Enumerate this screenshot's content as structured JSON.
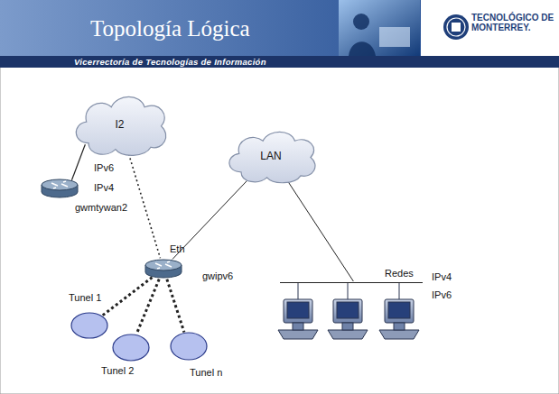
{
  "diagram": {
    "title": "Topología Lógica",
    "nodes": [
      {
        "text": [
          "I2"
        ]
      },
      {
        "text": [
          "gwmtywan2"
        ]
      },
      {
        "text": [
          "LAN"
        ]
      },
      {
        "text": [
          "gwipv6"
        ]
      },
      {
        "text": [
          "Redes"
        ]
      },
      {
        "text": [
          "Tunel 1"
        ]
      },
      {
        "text": [
          "Tunel 2"
        ]
      },
      {
        "text": [
          "Tunel n"
        ]
      }
    ],
    "edges": [
      {
        "from": 0,
        "to": 1,
        "arrow": "none"
      },
      {
        "from": 0,
        "to": 3,
        "arrow": "none"
      },
      {
        "from": 2,
        "to": 3,
        "arrow": "none"
      },
      {
        "from": 2,
        "to": 4,
        "arrow": "none"
      },
      {
        "from": 3,
        "to": 5,
        "arrow": "none"
      },
      {
        "from": 3,
        "to": 6,
        "arrow": "none"
      },
      {
        "from": 3,
        "to": 7,
        "arrow": "none"
      }
    ],
    "labels": [
      "IPv6",
      "IPv4",
      "Eth",
      "IPv4",
      "IPv6",
      "Vicerrectoría de Tecnologías de Información",
      "TECNOLÓGICO DE MONTERREY."
    ]
  }
}
